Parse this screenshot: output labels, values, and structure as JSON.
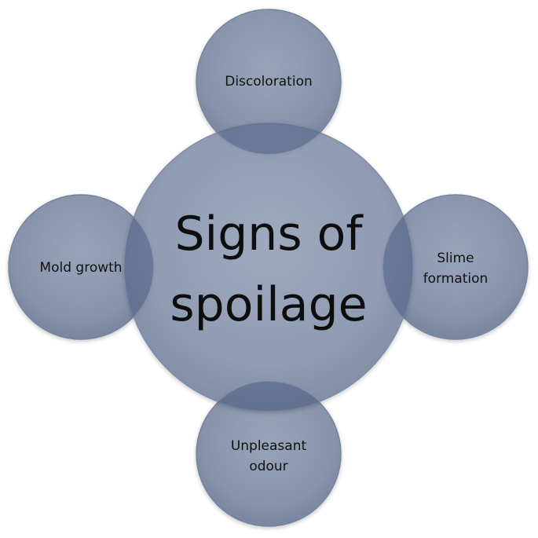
{
  "diagram": {
    "center": {
      "line1": "Signs of",
      "line2": "spoilage"
    },
    "top": "Discoloration",
    "left": "Mold growth",
    "right": {
      "line1": "Slime",
      "line2": "formation"
    },
    "bottom": {
      "line1": "Unpleasant",
      "line2": "odour"
    }
  },
  "colors": {
    "circle_fill": "#7b8aa5",
    "circle_edge": "#5c6b87",
    "overlap": "#5a6b8b",
    "text": "#111111"
  }
}
